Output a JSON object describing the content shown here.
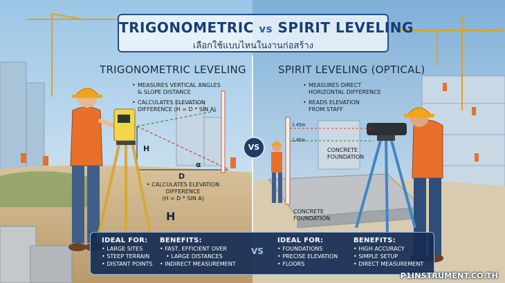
{
  "header": {
    "title_left": "TRIGONOMETRIC",
    "title_vs": "vs",
    "title_right": "SPIRIT LEVELING",
    "subtitle": "เลือกใช้แบบไหนในงานก่อสร้าง"
  },
  "left_panel": {
    "title": "TRIGONOMETRIC LEVELING",
    "notes": [
      "MEASURES VERTICAL ANGLES",
      "& SLOPE DISTANCE",
      "CALCULATES ELEVATION",
      "DIFFERENCE (H = D * sin α)"
    ],
    "calc_callout": [
      "CALCULATES ELEVATION",
      "DIFFERENCE",
      "(H = D * sin α)"
    ],
    "label_H": "H",
    "label_D": "D",
    "label_alpha": "α",
    "label_H_big": "H"
  },
  "right_panel": {
    "title": "SPIRIT LEVELING (OPTICAL)",
    "notes": [
      "MEASURES DIRECT",
      "HORIZONTAL DIFFERENCE",
      "READS ELEVATION",
      "FROM STAFF"
    ],
    "reading_1": "1.45m",
    "reading_2": "1.45m",
    "callout_1": [
      "CONCRETE",
      "FOUNDATION"
    ],
    "callout_2": [
      "CONCRETE",
      "FOUNDATION"
    ]
  },
  "center_vs": "VS",
  "bottom": {
    "trig_ideal_head": "IDEAL FOR:",
    "trig_ideal": [
      "LARGE SITES",
      "STEEP TERRAIN",
      "DISTANT POINTS"
    ],
    "trig_benefit_head": "BENEFITS:",
    "trig_benefits": [
      "FAST, EFFICIENT OVER",
      "LARGE DISTANCES",
      "INDIRECT MEASUREMENT"
    ],
    "vs": "VS",
    "spirit_ideal_head": "IDEAL FOR:",
    "spirit_ideal": [
      "FOUNDATIONS",
      "PRECISE ELEVATION",
      "FLOORS"
    ],
    "spirit_benefit_head": "BENEFITS:",
    "spirit_benefits": [
      "HIGH ACCURACY",
      "SIMPLE SETUP",
      "DIRECT MEASUREMENT"
    ]
  },
  "brand": "P1INSTRUMENT.CO.TH",
  "colors": {
    "navy": "#153e73",
    "vest_orange": "#e8702a",
    "helmet_yellow": "#f2a516",
    "sky": "#cfe3f2"
  }
}
